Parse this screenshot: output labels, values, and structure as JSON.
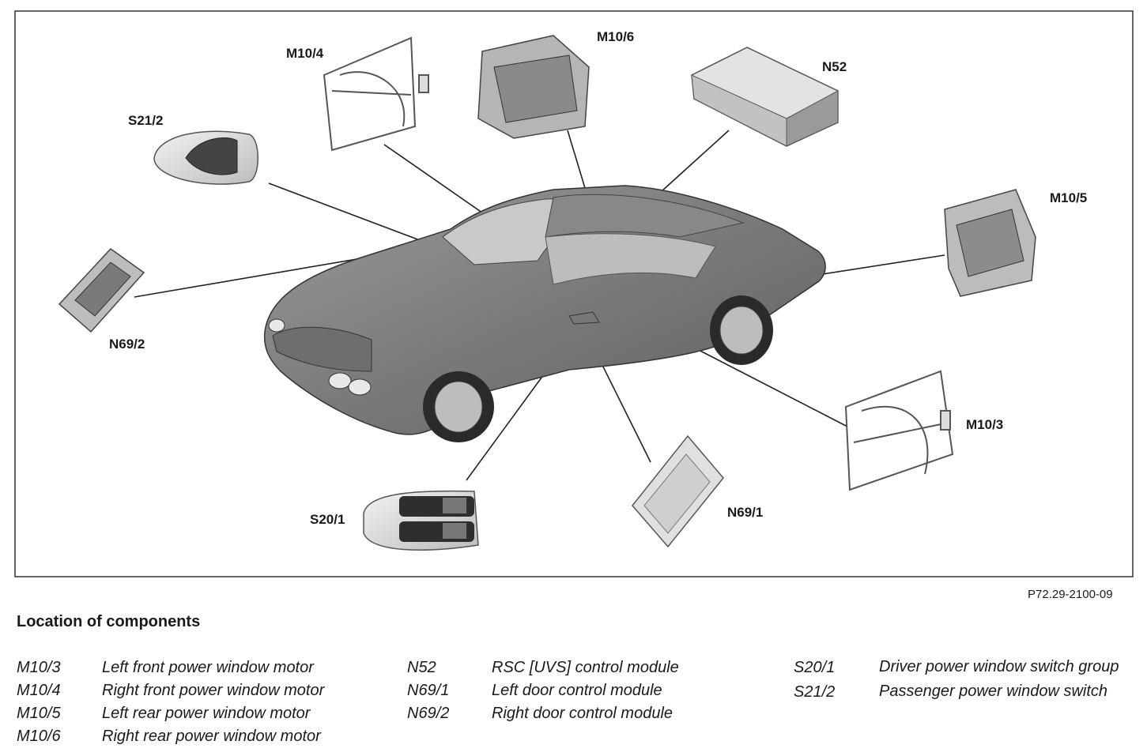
{
  "figure": {
    "callouts": {
      "m10_4": "M10/4",
      "m10_6": "M10/6",
      "n52": "N52",
      "s21_2": "S21/2",
      "m10_5": "M10/5",
      "n69_2": "N69/2",
      "m10_3": "M10/3",
      "s20_1": "S20/1",
      "n69_1": "N69/1"
    },
    "reference": "P72.29-2100-09"
  },
  "legend": {
    "title": "Location of components",
    "col1": [
      {
        "code": "M10/3",
        "desc": "Left front power window motor"
      },
      {
        "code": "M10/4",
        "desc": "Right front power window motor"
      },
      {
        "code": "M10/5",
        "desc": "Left rear power window motor"
      },
      {
        "code": "M10/6",
        "desc": "Right rear power window motor"
      }
    ],
    "col2": [
      {
        "code": "N52",
        "desc": "RSC [UVS] control module"
      },
      {
        "code": "N69/1",
        "desc": "Left door control module"
      },
      {
        "code": "N69/2",
        "desc": "Right door control module"
      }
    ],
    "col3": [
      {
        "code": "S20/1",
        "desc": "Driver power window switch group"
      },
      {
        "code": "S21/2",
        "desc": "Passenger power window switch"
      }
    ]
  }
}
